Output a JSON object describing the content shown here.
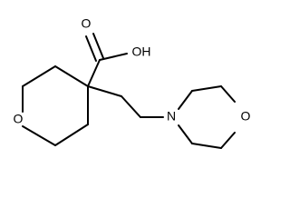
{
  "molecule": {
    "labels": {
      "carbonyl_oxygen": "O",
      "hydroxyl": "OH",
      "oxane_oxygen": "O",
      "morpholine_nitrogen": "N",
      "morpholine_oxygen": "O"
    }
  }
}
